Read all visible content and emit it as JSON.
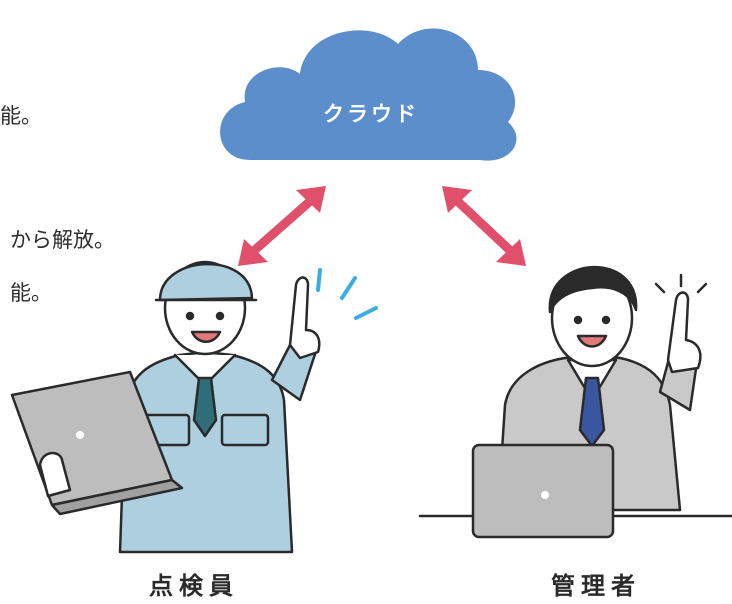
{
  "text_fragments": [
    "能。",
    "から解放。",
    "能。"
  ],
  "cloud": {
    "label": "クラウド",
    "color": "#5b8ecb"
  },
  "arrows": {
    "color": "#e0506a"
  },
  "people": [
    {
      "label": "点検員",
      "uniform_color": "#aecfe0"
    },
    {
      "label": "管理者",
      "suit_color": "#c9c9c9",
      "tie_color": "#3b56a0"
    }
  ],
  "accent_color": "#3aaee3"
}
